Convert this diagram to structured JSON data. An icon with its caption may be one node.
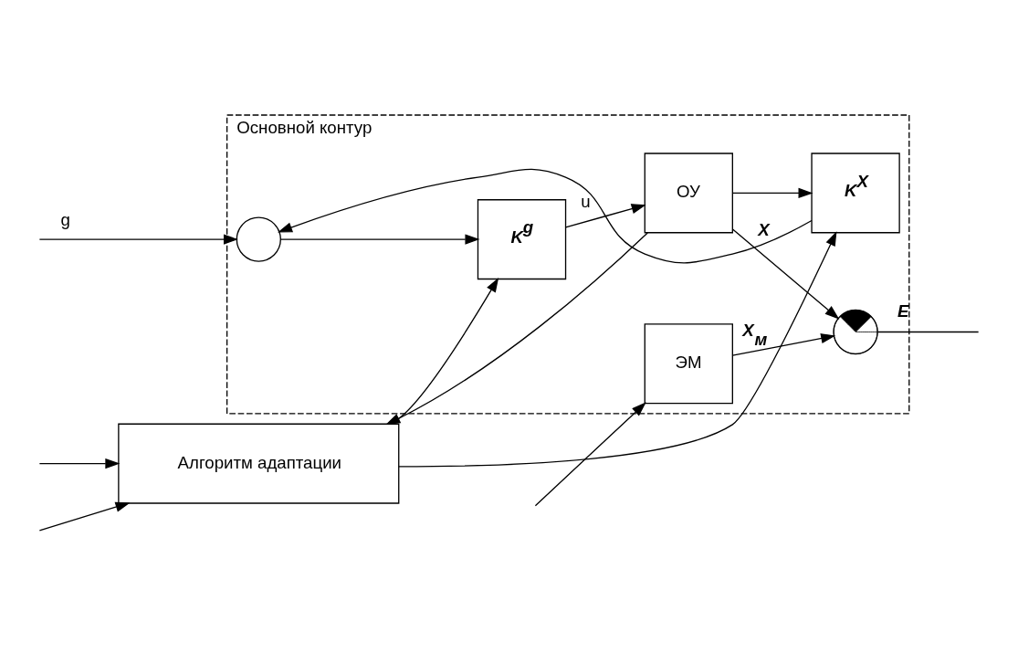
{
  "diagram": {
    "nodes": [
      {
        "text": [
          "Основной контур"
        ]
      },
      {
        "text": [
          "ЭМ"
        ],
        "in": 0
      },
      {
        "text": [],
        "shape": "circle",
        "in": 0
      },
      {
        "text": [
          "K$^{g}$"
        ],
        "in": 0
      },
      {
        "text": [
          "ОУ"
        ],
        "in": 0
      },
      {
        "text": [
          "K$^{X}$"
        ],
        "in": 0
      },
      {
        "text": [],
        "shape": "circle",
        "in": 0
      },
      {
        "text": [
          "Алгоритм адаптации"
        ]
      }
    ],
    "edges": [
      {
        "from": null,
        "to": 2,
        "arrow": "to",
        "label": "g"
      },
      {
        "from": null,
        "to": 1,
        "arrow": "to"
      },
      {
        "from": null,
        "to": 7,
        "arrow": "to"
      },
      {
        "from": 2,
        "to": 3,
        "arrow": "to"
      },
      {
        "from": 3,
        "to": 4,
        "arrow": "to",
        "label": "u"
      },
      {
        "from": 4,
        "to": 6,
        "arrow": "to",
        "label": "X"
      },
      {
        "from": 4,
        "to": 5,
        "arrow": "to"
      },
      {
        "from": 4,
        "to": 7,
        "arrow": "to"
      },
      {
        "from": 1,
        "to": 6,
        "arrow": "to",
        "label": "X$_{м}$"
      },
      {
        "from": 6,
        "to": null,
        "arrow": "none",
        "label": "E"
      },
      {
        "from": null,
        "to": 7,
        "arrow": "to"
      },
      {
        "from": 5,
        "to": 2,
        "arrow": "to"
      },
      {
        "from": 7,
        "to": 3,
        "arrow": "to"
      },
      {
        "from": 7,
        "to": 5,
        "arrow": "to"
      }
    ]
  }
}
